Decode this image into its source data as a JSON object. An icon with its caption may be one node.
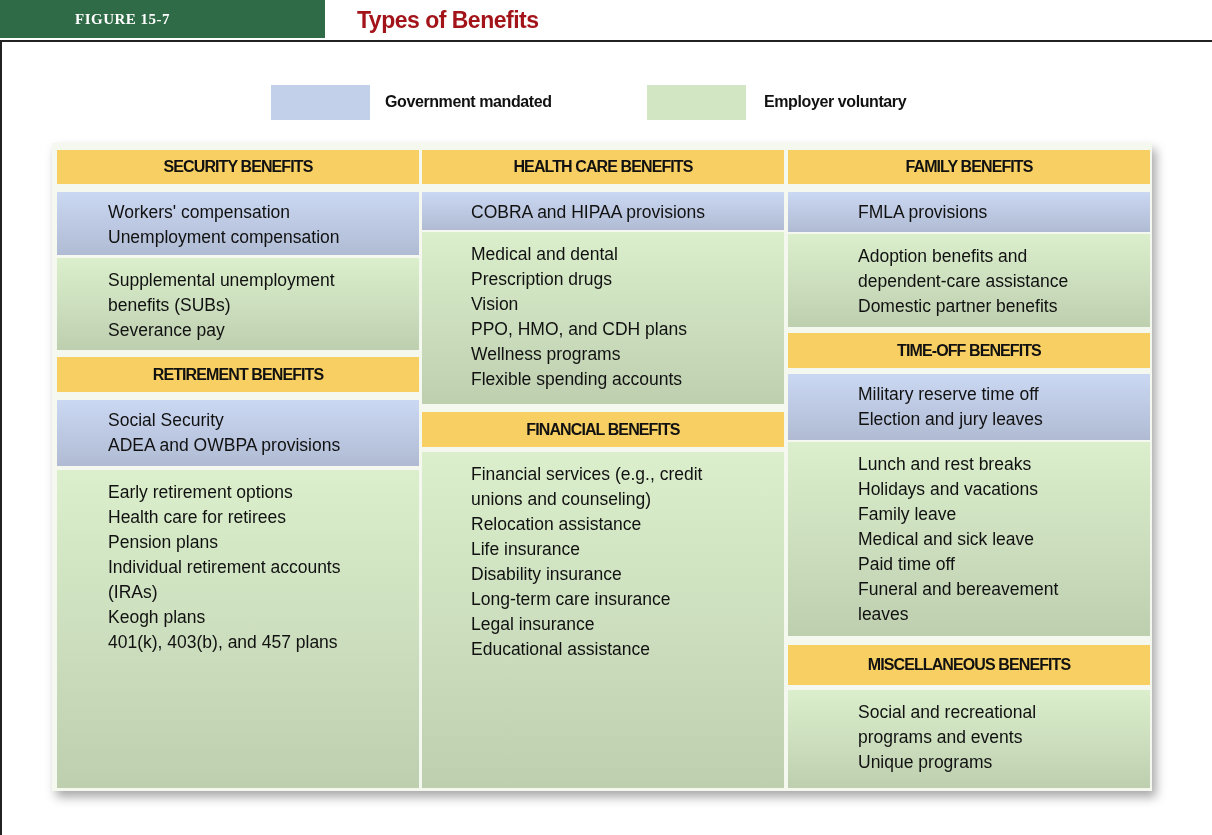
{
  "diagram": {
    "title": "Types of Benefits",
    "labels": [
      "FIGURE 15-7"
    ],
    "legend": [
      {
        "text": "Government mandated",
        "color": "#c3d0ea"
      },
      {
        "text": "Employer voluntary",
        "color": "#d3e6c4"
      }
    ],
    "nodes": [
      {
        "text": [
          "SECURITY BENEFITS"
        ]
      },
      {
        "text": [
          "Workers' compensation",
          "Unemployment compensation"
        ]
      },
      {
        "text": [
          "Supplemental unemployment benefits (SUBs)",
          "Severance pay"
        ]
      },
      {
        "text": [
          "RETIREMENT BENEFITS"
        ]
      },
      {
        "text": [
          "Social Security",
          "ADEA and OWBPA provisions"
        ]
      },
      {
        "text": [
          "Early retirement options",
          "Health care for retirees",
          "Pension plans",
          "Individual retirement accounts (IRAs)",
          "Keogh plans",
          "401(k), 403(b), and 457 plans"
        ]
      },
      {
        "text": [
          "HEALTH CARE BENEFITS"
        ]
      },
      {
        "text": [
          "COBRA and HIPAA provisions"
        ]
      },
      {
        "text": [
          "Medical and dental",
          "Prescription drugs",
          "Vision",
          "PPO, HMO, and CDH plans",
          "Wellness programs",
          "Flexible spending accounts"
        ]
      },
      {
        "text": [
          "FINANCIAL BENEFITS"
        ]
      },
      {
        "text": [
          "Financial services (e.g., credit unions and counseling)",
          "Relocation assistance",
          "Life insurance",
          "Disability insurance",
          "Long-term care insurance",
          "Legal insurance",
          "Educational assistance"
        ]
      },
      {
        "text": [
          "FAMILY BENEFITS"
        ]
      },
      {
        "text": [
          "FMLA provisions"
        ]
      },
      {
        "text": [
          "Adoption benefits and dependent-care assistance",
          "Domestic partner benefits"
        ]
      },
      {
        "text": [
          "TIME-OFF BENEFITS"
        ]
      },
      {
        "text": [
          "Military reserve time off",
          "Election and jury leaves"
        ]
      },
      {
        "text": [
          "Lunch and rest breaks",
          "Holidays and vacations",
          "Family leave",
          "Medical and sick leave",
          "Paid time off",
          "Funeral and bereavement leaves"
        ]
      },
      {
        "text": [
          "MISCELLANEOUS BENEFITS"
        ]
      },
      {
        "text": [
          "Social and recreational programs and events",
          "Unique programs"
        ]
      }
    ]
  }
}
